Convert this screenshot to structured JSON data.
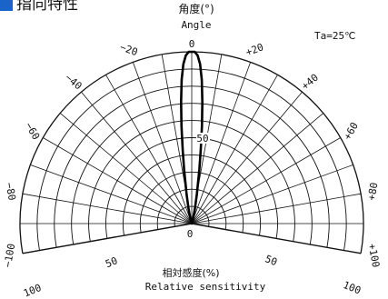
{
  "header": {
    "title": "指向特性",
    "title_marker_color": "#1a63c9"
  },
  "chart_data": {
    "type": "polar",
    "title": "角度(°)",
    "subtitle": "Angle",
    "condition_label": "Ta=25℃",
    "angle_tick_labels": [
      "0",
      "+20",
      "+40",
      "+60",
      "+80",
      "+100",
      "−20",
      "−40",
      "−60",
      "−80",
      "−100"
    ],
    "angle_tick_values": [
      0,
      20,
      40,
      60,
      80,
      100,
      -20,
      -40,
      -60,
      -80,
      -100
    ],
    "angle_range": [
      -100,
      100
    ],
    "radius_range": [
      0,
      100
    ],
    "radius_labels": {
      "center": "0",
      "mid": "50",
      "left_50": "50",
      "right_50": "50",
      "left_100": "100",
      "right_100": "100"
    },
    "radial_axis_label_jp": "相対感度(%)",
    "radial_axis_label_en": "Relative sensitivity",
    "grid": true,
    "series": [
      {
        "angles": [
          -16,
          -14,
          -12,
          -10,
          -8,
          -7,
          -6,
          -5,
          -4,
          -3,
          -2,
          -1,
          0,
          1,
          2,
          3,
          4,
          5,
          6,
          7,
          8,
          10,
          12,
          14,
          16
        ],
        "values": [
          0,
          4,
          9,
          17,
          32,
          43,
          57,
          71,
          84,
          93,
          98,
          100,
          100,
          100,
          98,
          93,
          84,
          71,
          57,
          43,
          32,
          17,
          9,
          4,
          0
        ]
      }
    ]
  }
}
